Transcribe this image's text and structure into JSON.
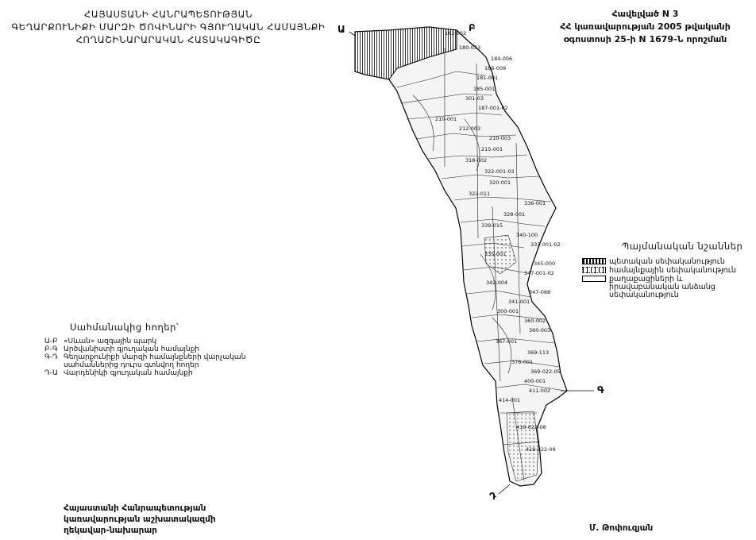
{
  "title": {
    "lines": [
      "ՀԱՅԱՍՏԱՆԻ ՀԱՆՐԱՊԵՏՈՒԹՅԱՆ",
      "ԳԵՂԱՐՔՈՒՆԻՔԻ ՄԱՐԶԻ ԾՈՎԻՆԱՐԻ ԳՅՈՒՂԱԿԱՆ ՀԱՄԱՅՆՔԻ",
      "ՀՈՂԱՇԻՆԱՐԱՐԱԿԱՆ ՀԱՏԱԿԱԳԻԾԸ"
    ]
  },
  "annex": {
    "lines": [
      "Հավելված N 3",
      "ՀՀ կառավարության 2005 թվականի",
      "օգոստոսի 25-ի N 1679-Ն որոշման"
    ]
  },
  "legend": {
    "title": "Պայմանական նշաններ",
    "items": [
      {
        "label": "պետական սեփականություն"
      },
      {
        "label": "համայնքային սեփականություն"
      },
      {
        "label": "քաղաքացիների և իրավաբանական անձանց սեփականություն"
      }
    ]
  },
  "neighbors": {
    "title": "Սահմանակից հողեր՝",
    "items": [
      {
        "code": "Ա-Բ",
        "text": "«Սևան» ազգային պարկ"
      },
      {
        "code": "Բ-Գ",
        "text": "Արծվանիստի գյուղական համայնքի"
      },
      {
        "code": "Գ-Դ",
        "text": "Գեղարքունիքի մարզի համայնքների վարչական սահմաններից դուրս գտնվող հողեր"
      },
      {
        "code": "Դ-Ա",
        "text": "Վարդենիկի գյուղական համայնքի"
      }
    ]
  },
  "corner_marks": {
    "a": "Ա",
    "b": "Բ",
    "g": "Գ",
    "d": "Դ"
  },
  "parcel_labels": [
    "162-002",
    "180-033",
    "184-006",
    "186-009",
    "181-001",
    "185-001",
    "301-03",
    "187-001-02",
    "210-001",
    "212-003",
    "210-003",
    "215-001",
    "318-002",
    "322-001-02",
    "320-001",
    "322-011",
    "336-001",
    "328-001",
    "339-015",
    "340-100",
    "333-001-02",
    "335-001",
    "345-000",
    "347-001-02",
    "342-004",
    "347-088",
    "341-001",
    "300-001",
    "360-002",
    "360-003",
    "367-001",
    "369-113",
    "376-001",
    "369-022-05",
    "400-001",
    "411-002",
    "414-001",
    "416-022-08",
    "419-022-09"
  ],
  "signature": {
    "left_lines": [
      "Հայաստանի Հանրապետության",
      "կառավարության աշխատակազմի",
      "ղեկավար-նախարար"
    ],
    "right": "Մ. Թոփուզյան"
  }
}
